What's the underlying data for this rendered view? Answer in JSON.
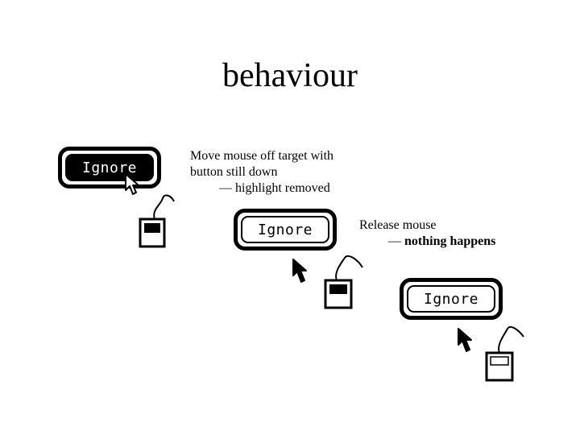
{
  "title": "behaviour",
  "steps": [
    {
      "button_label": "Ignore",
      "button_state": "highlighted",
      "caption_line1": "Move mouse off target with",
      "caption_line2": "button still down",
      "caption_dash": "—",
      "caption_result": "highlight removed",
      "mouse_button": "pressed"
    },
    {
      "button_label": "Ignore",
      "button_state": "normal",
      "caption_line1": "Release mouse",
      "caption_dash": "—",
      "caption_result": "nothing happens",
      "mouse_button": "pressed"
    },
    {
      "button_label": "Ignore",
      "button_state": "normal",
      "mouse_button": "released"
    }
  ],
  "icons": [
    "arrow-cursor-icon",
    "mouse-icon"
  ],
  "colors": {
    "ink": "#000000",
    "paper": "#ffffff"
  }
}
